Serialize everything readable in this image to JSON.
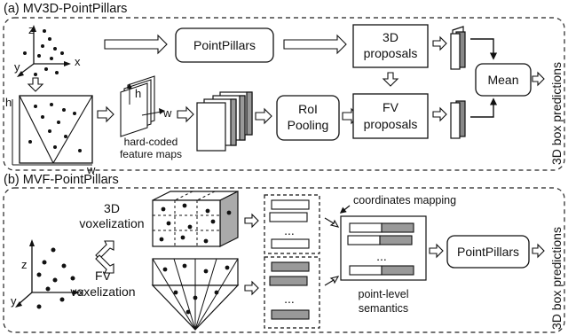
{
  "section_a": {
    "title": "(a) MV3D-PointPillars",
    "axes": {
      "z": "z",
      "y": "y",
      "x": "x",
      "h": "h",
      "w": "w"
    },
    "feature_maps": {
      "h": "h",
      "w": "w",
      "caption_line1": "hard-coded",
      "caption_line2": "feature maps"
    },
    "pointpillars": "PointPillars",
    "proposals_3d_line1": "3D",
    "proposals_3d_line2": "proposals",
    "fv_proposals_line1": "FV",
    "fv_proposals_line2": "proposals",
    "roi_pooling_line1": "RoI",
    "roi_pooling_line2": "Pooling",
    "mean": "Mean",
    "output": "3D box predictions"
  },
  "section_b": {
    "title": "(b) MVF-PointPillars",
    "axes": {
      "z": "z",
      "y": "y",
      "x": "x"
    },
    "voxel_3d_line1": "3D",
    "voxel_3d_line2": "voxelization",
    "voxel_fv_line1": "FV",
    "voxel_fv_line2": "voxelization",
    "ellipsis_top": "...",
    "ellipsis_bottom": "...",
    "ellipsis_merged": "...",
    "coordinates_mapping": "coordinates mapping",
    "semantics_line1": "point-level",
    "semantics_line2": "semantics",
    "pointpillars": "PointPillars",
    "output": "3D box predictions"
  }
}
